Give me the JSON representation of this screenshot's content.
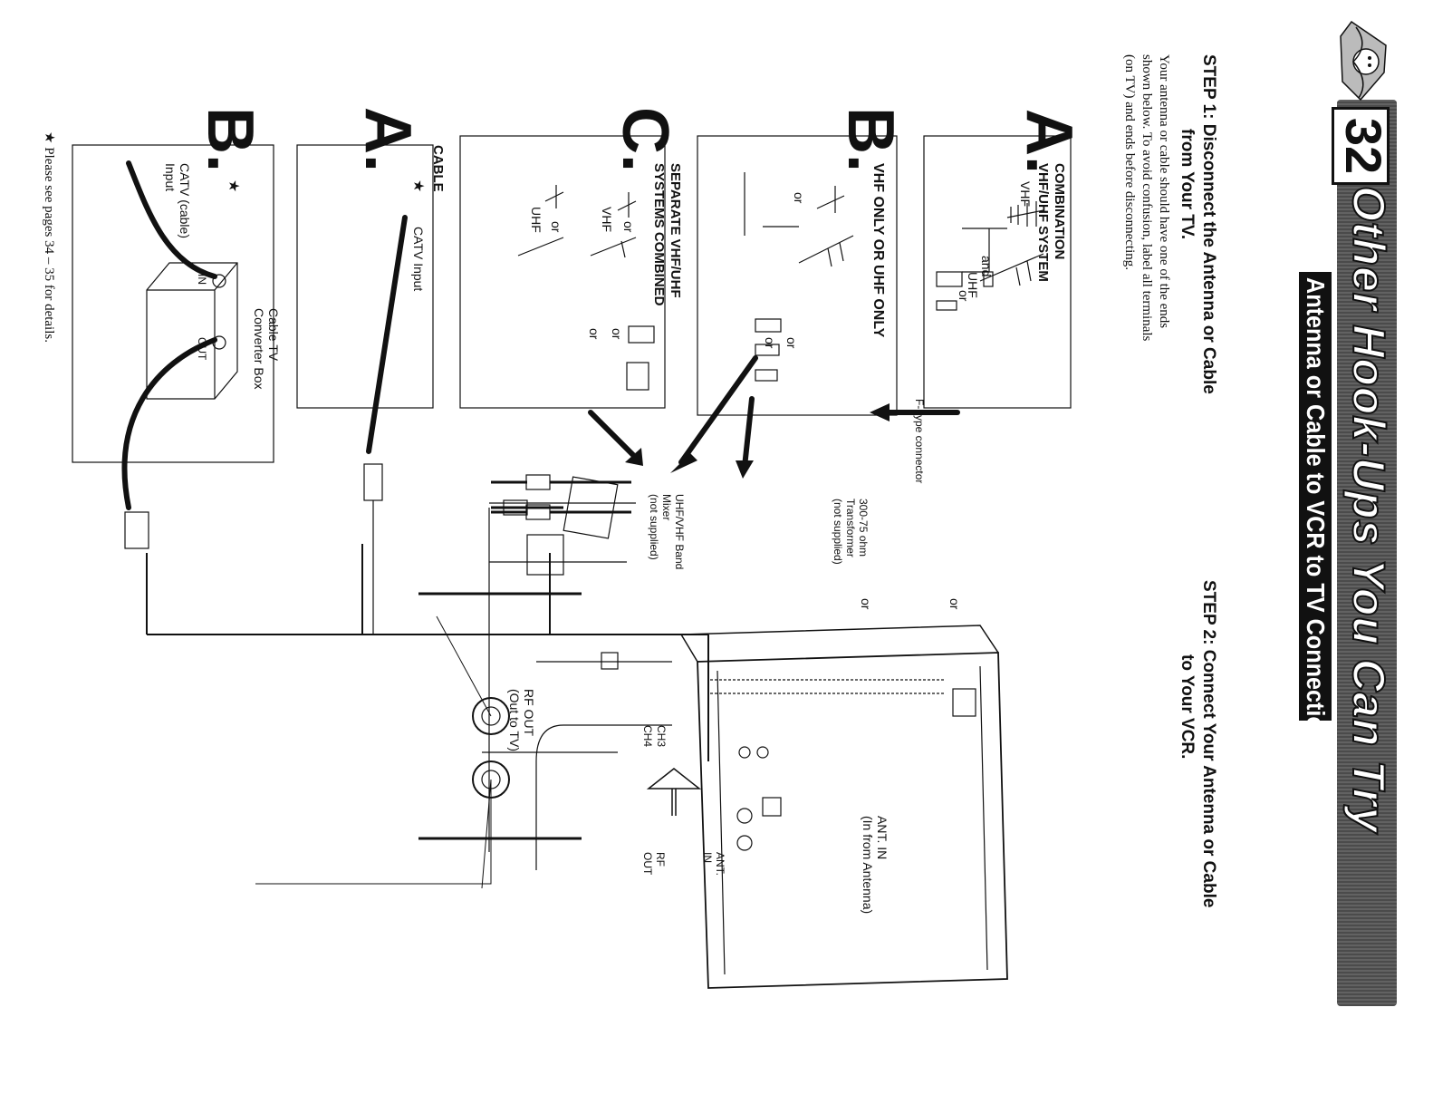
{
  "page": {
    "number": "32",
    "title": "Other Hook-Ups You Can Try",
    "subtitle": "Antenna or Cable to VCR to TV Connections"
  },
  "step1": {
    "heading_line1": "STEP 1: Disconnect the Antenna or Cable",
    "heading_line2": "from Your TV.",
    "body": "Your antenna or cable should have one of the ends shown below. To avoid confusion, label all terminals (on TV) and ends before disconnecting."
  },
  "step2": {
    "heading_line1": "STEP 2: Connect Your Antenna or Cable",
    "heading_line2": "to Your VCR."
  },
  "sections": {
    "a": {
      "letter": "A.",
      "title_line1": "COMBINATION",
      "title_line2": "VHF/UHF SYSTEM",
      "vhf": "VHF",
      "and": "and",
      "uhf": "UHF",
      "or": "or"
    },
    "b": {
      "letter": "B.",
      "title": "VHF ONLY OR UHF ONLY",
      "or1": "or",
      "or2": "or",
      "or3": "or"
    },
    "c": {
      "letter": "C.",
      "title_line1": "SEPARATE VHF/UHF",
      "title_line2": "SYSTEMS COMBINED",
      "or_vhf": "or",
      "vhf": "VHF",
      "or_uhf": "or",
      "uhf": "UHF",
      "or1": "or",
      "or2": "or"
    },
    "cable": {
      "title": "CABLE",
      "a_letter": "A.",
      "a_star": "★",
      "a_catv": "CATV  Input",
      "b_letter": "B.",
      "b_star": "★",
      "b_catv_line1": "CATV  (cable)",
      "b_catv_line2": "Input",
      "box_line1": "Cable  TV",
      "box_line2": "Converter  Box",
      "in": "IN",
      "out": "OUT"
    }
  },
  "labels": {
    "ftype": "F- type connector",
    "transformer_line1": "300-75 ohm",
    "transformer_line2": "Transformer",
    "transformer_line3": "(not supplied)",
    "mixer_line1": "UHF/VHF Band",
    "mixer_line2": "Mixer",
    "mixer_line3": "(not supplied)",
    "or_a": "or",
    "or_b": "or",
    "ant_in_line1": "ANT. IN",
    "ant_in_line2": "(In  from  Antenna)",
    "rf_out_line1": "RF OUT",
    "rf_out_line2": "(Out to TV)",
    "ch3": "CH3",
    "ch4": "CH4",
    "jack_ant1": "ANT.",
    "jack_ant2": "IN",
    "jack_rf1": "RF",
    "jack_rf2": "OUT"
  },
  "footnote": "★ Please see pages 34 – 35 for details."
}
